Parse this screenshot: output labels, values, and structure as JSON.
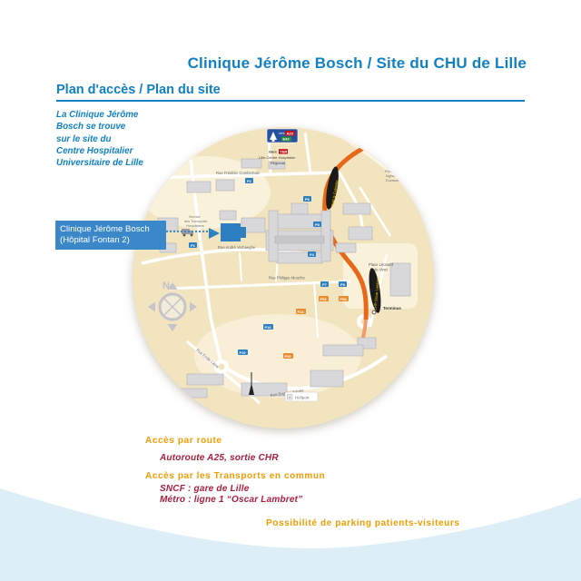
{
  "header": {
    "title": "Clinique Jérôme Bosch / Site du CHU de Lille",
    "subtitle": "Plan d'accès / Plan du site"
  },
  "intro": {
    "lines": [
      "La Clinique Jérôme",
      "Bosch se trouve",
      "sur le site du",
      "Centre Hospitalier",
      "Universitaire de Lille"
    ]
  },
  "clinic_label": {
    "line1": "Clinique Jérôme Bosch",
    "line2": "(Hôpital Fontan 2)"
  },
  "map": {
    "sign_vers": "vers",
    "sign_a25": "A25",
    "sign_e42": "E42",
    "gare_line1": "Gare",
    "gare_ter": "TER",
    "gare_line2": "Lille-Centre Hospitalier",
    "gare_line3": "Régional",
    "plat_l1": "Plateforme",
    "plat_l2": "logistique",
    "plat_l3": "Eurasanté",
    "street_combemale": "Rue Frédéric Combemale",
    "street_mouche": "Rue Philippe Mouche",
    "street_verhaeghe": "Rue André Verhaeghe",
    "street_laine": "Rue Emile Laine",
    "street_avinee": "Rue Eugène Avinée",
    "service_l1": "Service",
    "service_l2": "des Transports",
    "service_l3": "Hospitaliers",
    "place_l1": "Place Léonard",
    "place_l2": "de Vinci",
    "metro_north": "CHR B-Calmette",
    "metro_south": "CHR Oscar Lambret",
    "terminus": "Terminus",
    "heliport": "Héliport",
    "compass_n": "N",
    "parkings": [
      "P2",
      "P6",
      "P8",
      "P4",
      "P7",
      "P8",
      "P10",
      "P16",
      "P1",
      "P53",
      "P58",
      "P34",
      "P30"
    ]
  },
  "access": {
    "route_title": "Accès par route",
    "route_item": "Autoroute A25, sortie CHR",
    "transit_title": "Accès par les Transports en commun",
    "transit_item1": "SNCF : gare de Lille",
    "transit_item2": "Métro : ligne 1 “Oscar Lambret”",
    "parking_note": "Possibilité de parking patients-visiteurs"
  },
  "colors": {
    "accent_blue": "#1181c3",
    "label_box_blue": "#3a87c9",
    "map_beige": "#f2e4bf",
    "road_orange": "#e8681a",
    "text_orange": "#f59b00",
    "text_dark_red": "#a81e3c",
    "swoosh_light_blue": "#ddeef6"
  }
}
